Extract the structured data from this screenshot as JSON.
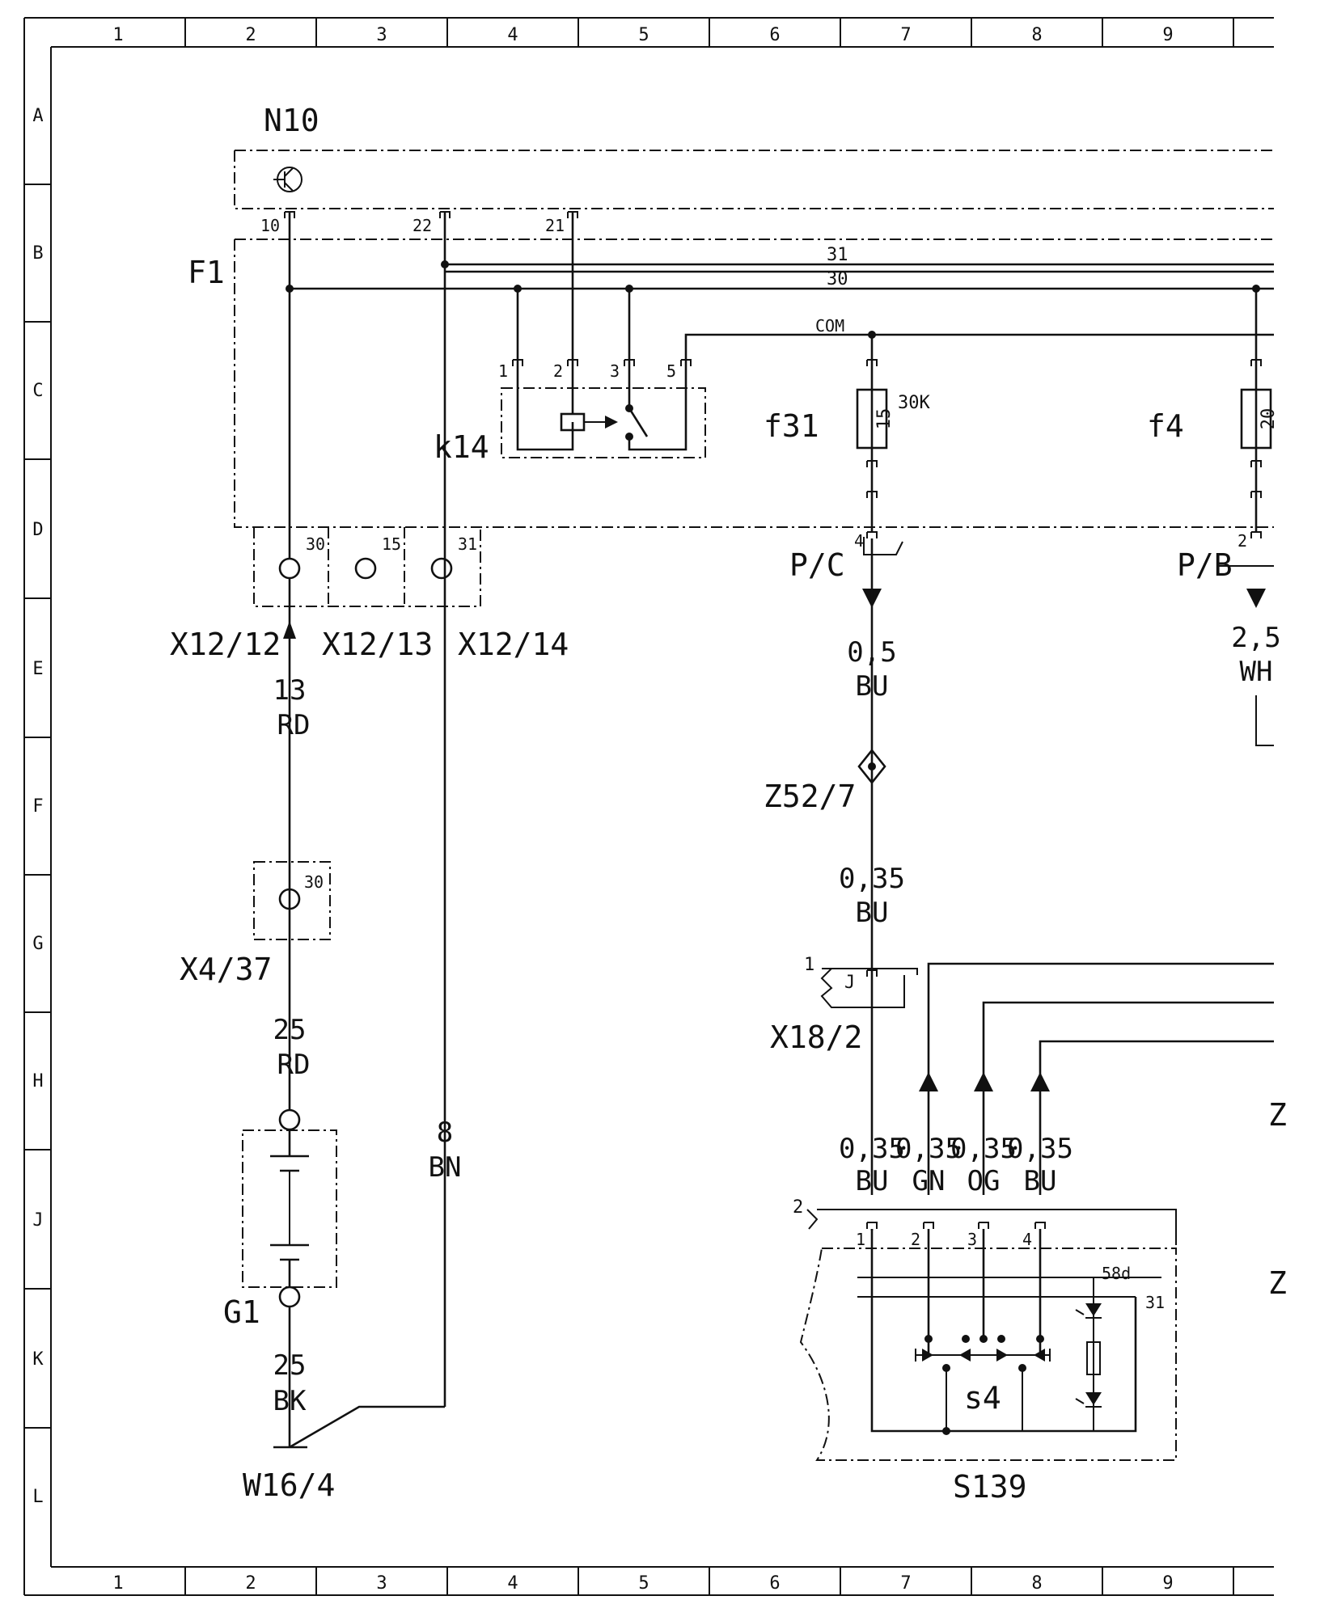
{
  "grid": {
    "columns": [
      "1",
      "2",
      "3",
      "4",
      "5",
      "6",
      "7",
      "8",
      "9"
    ],
    "rows": [
      "A",
      "B",
      "C",
      "D",
      "E",
      "F",
      "G",
      "H",
      "J",
      "K",
      "L"
    ]
  },
  "components": {
    "n10": "N10",
    "f1": "F1",
    "k14": "k14",
    "f31": "f31",
    "f31_rating": "30K",
    "f31_value": "15",
    "f4": "f4",
    "f4_value": "20",
    "x12_12": "X12/12",
    "x12_13": "X12/13",
    "x12_14": "X12/14",
    "x4_37": "X4/37",
    "g1": "G1",
    "w16_4": "W16/4",
    "pc": "P/C",
    "pb": "P/B",
    "z52_7": "Z52/7",
    "x18_2": "X18/2",
    "s139": "S139",
    "s4": "s4",
    "z_partial_1": "Z",
    "z_partial_2": "Z"
  },
  "pins": {
    "n10_10": "10",
    "n10_22": "22",
    "n10_21": "21",
    "bus_31": "31",
    "bus_30": "30",
    "com": "COM",
    "k14_1": "1",
    "k14_2": "2",
    "k14_3": "3",
    "k14_5": "5",
    "x12_30": "30",
    "x12_15": "15",
    "x12_31": "31",
    "x4_30": "30",
    "pc_4": "4",
    "pb_2": "2",
    "x18_1": "1",
    "x18_j": "J",
    "s139_2": "2",
    "s139_p1": "1",
    "s139_p2": "2",
    "s139_p3": "3",
    "s139_p4": "4",
    "s139_58d": "58d",
    "s139_31": "31"
  },
  "wires": {
    "w13": {
      "size": "13",
      "color": "RD"
    },
    "w25rd": {
      "size": "25",
      "color": "RD"
    },
    "w25bk": {
      "size": "25",
      "color": "BK"
    },
    "w8": {
      "size": "8",
      "color": "BN"
    },
    "wpc": {
      "size": "0,5",
      "color": "BU"
    },
    "wpb": {
      "size": "2,5",
      "color": "WH"
    },
    "wz52": {
      "size": "0,35",
      "color": "BU"
    },
    "ws1": {
      "size": "0,35",
      "color": "BU"
    },
    "ws2": {
      "size": "0,35",
      "color": "GN"
    },
    "ws3": {
      "size": "0,35",
      "color": "OG"
    },
    "ws4": {
      "size": "0,35",
      "color": "BU"
    }
  }
}
